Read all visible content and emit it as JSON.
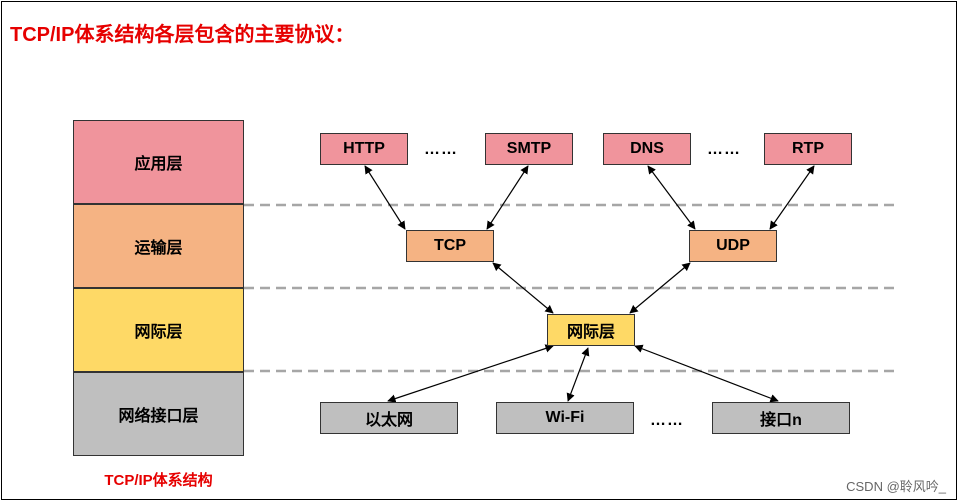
{
  "title": "TCP/IP体系结构各层包含的主要协议：",
  "layers": {
    "application": "应用层",
    "transport": "运输层",
    "internet": "网际层",
    "network_interface": "网络接口层"
  },
  "layer_caption": "TCP/IP体系结构",
  "protocols": {
    "http": "HTTP",
    "smtp": "SMTP",
    "dns": "DNS",
    "rtp": "RTP",
    "tcp": "TCP",
    "udp": "UDP",
    "ip": "网际层",
    "ethernet": "以太网",
    "wifi": "Wi-Fi",
    "interface_n": "接口n"
  },
  "ellipsis": "……",
  "watermark": "CSDN @聆风吟_",
  "colors": {
    "application": "#f0949c",
    "transport": "#f5b383",
    "internet": "#fed966",
    "network_interface": "#bfbfbf",
    "title_red": "#e60000"
  }
}
